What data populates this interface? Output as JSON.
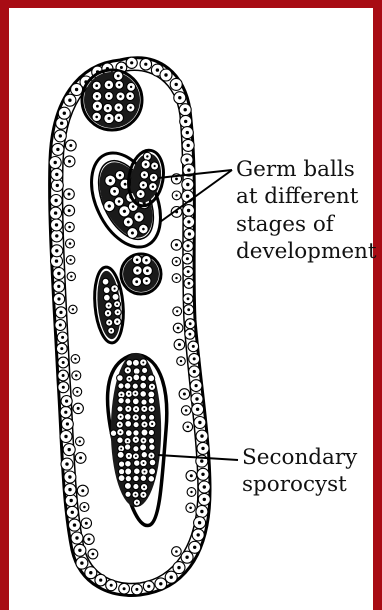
{
  "figure": {
    "border_color": "#a80c14",
    "ink_color": "#111111",
    "labels": {
      "germ_balls_line1": "Germ balls",
      "germ_balls_line2": "at different",
      "germ_balls_line3": "stages of",
      "germ_balls_line4": "development",
      "secondary_line1": "Secondary",
      "secondary_line2": "sporocyst"
    }
  }
}
